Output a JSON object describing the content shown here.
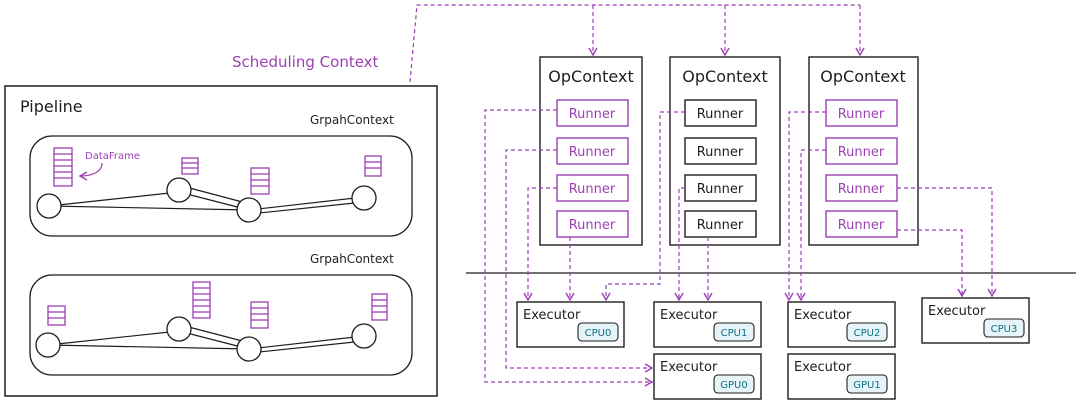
{
  "colors": {
    "purple": "#9c3fb5",
    "ink": "#1e1e1e",
    "teal": "#0b7285",
    "teal_fill": "#e6f4f7"
  },
  "scheduling_label": "Scheduling Context",
  "pipeline": {
    "title": "Pipeline",
    "graph_contexts": [
      {
        "title": "GrpahContext",
        "dataframe_label": "DataFrame"
      },
      {
        "title": "GrpahContext"
      }
    ]
  },
  "op_contexts": [
    {
      "title": "OpContext",
      "runners": [
        "Runner",
        "Runner",
        "Runner",
        "Runner"
      ]
    },
    {
      "title": "OpContext",
      "runners": [
        "Runner",
        "Runner",
        "Runner",
        "Runner"
      ]
    },
    {
      "title": "OpContext",
      "runners": [
        "Runner",
        "Runner",
        "Runner",
        "Runner"
      ]
    }
  ],
  "executors": [
    {
      "title": "Executor",
      "device": "CPU0"
    },
    {
      "title": "Executor",
      "device": "CPU1"
    },
    {
      "title": "Executor",
      "device": "CPU2"
    },
    {
      "title": "Executor",
      "device": "CPU3"
    },
    {
      "title": "Executor",
      "device": "GPU0"
    },
    {
      "title": "Executor",
      "device": "GPU1"
    }
  ]
}
